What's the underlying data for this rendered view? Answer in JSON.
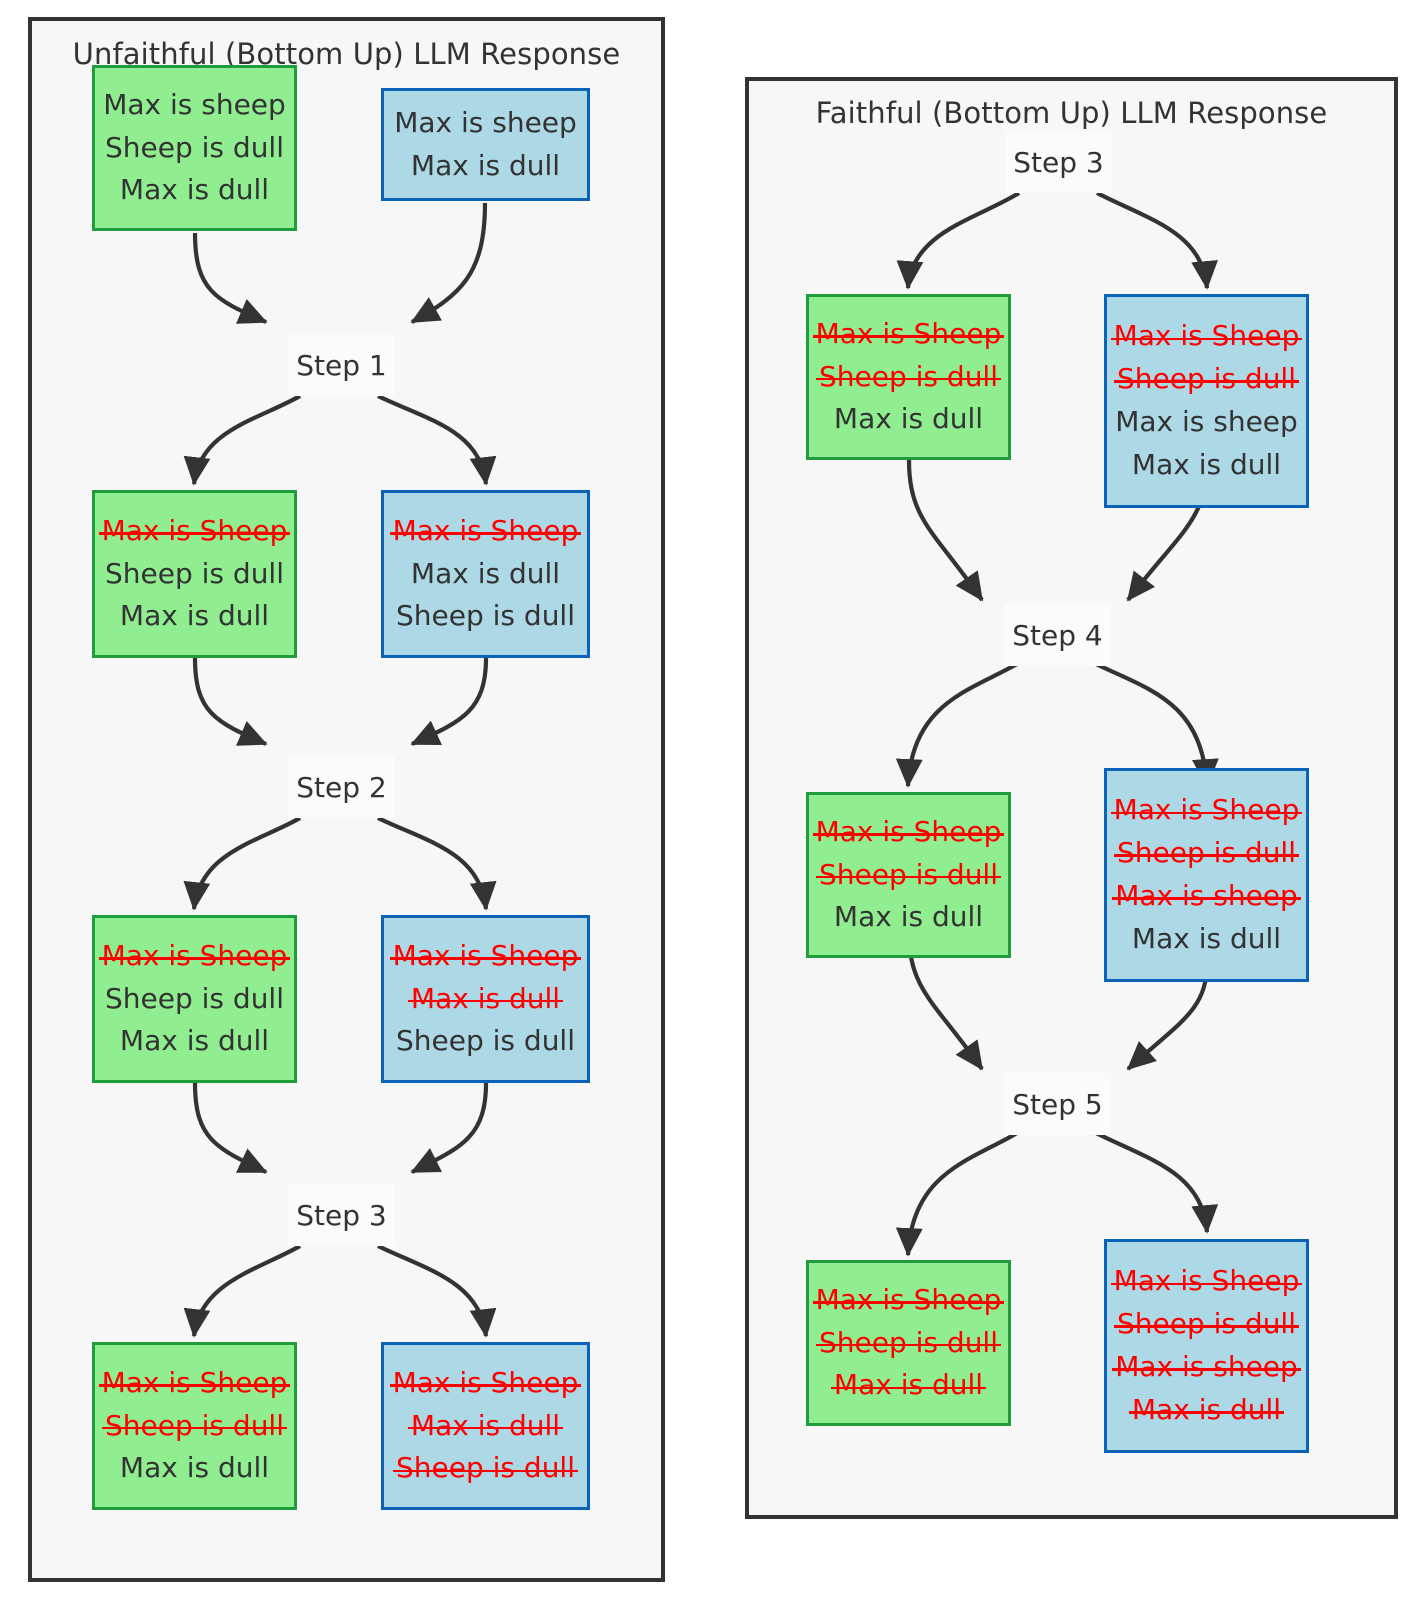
{
  "diagram": {
    "type": "flowchart",
    "panels": [
      {
        "id": "unfaithful",
        "title": "Unfaithful (Bottom Up) LLM Response",
        "steps": [
          "Step 1",
          "Step 2",
          "Step 3"
        ],
        "rows": [
          {
            "green": [
              {
                "text": "Max is sheep",
                "struck": false
              },
              {
                "text": "Sheep is dull",
                "struck": false
              },
              {
                "text": "Max is dull",
                "struck": false
              }
            ],
            "blue": [
              {
                "text": "Max is sheep",
                "struck": false
              },
              {
                "text": "Max is dull",
                "struck": false
              }
            ]
          },
          {
            "green": [
              {
                "text": "Max is Sheep",
                "struck": true
              },
              {
                "text": "Sheep is dull",
                "struck": false
              },
              {
                "text": "Max is dull",
                "struck": false
              }
            ],
            "blue": [
              {
                "text": "Max is Sheep",
                "struck": true
              },
              {
                "text": "Max is dull",
                "struck": false
              },
              {
                "text": "Sheep is dull",
                "struck": false
              }
            ]
          },
          {
            "green": [
              {
                "text": "Max is Sheep",
                "struck": true
              },
              {
                "text": "Sheep is dull",
                "struck": false
              },
              {
                "text": "Max is dull",
                "struck": false
              }
            ],
            "blue": [
              {
                "text": "Max is Sheep",
                "struck": true
              },
              {
                "text": "Max is dull",
                "struck": true
              },
              {
                "text": "Sheep is dull",
                "struck": false
              }
            ]
          },
          {
            "green": [
              {
                "text": "Max is Sheep",
                "struck": true
              },
              {
                "text": "Sheep is dull",
                "struck": true
              },
              {
                "text": "Max is dull",
                "struck": false
              }
            ],
            "blue": [
              {
                "text": "Max is Sheep",
                "struck": true
              },
              {
                "text": "Max is dull",
                "struck": true
              },
              {
                "text": "Sheep is dull",
                "struck": true
              }
            ]
          }
        ]
      },
      {
        "id": "faithful",
        "title": "Faithful (Bottom Up) LLM Response",
        "steps": [
          "Step 3",
          "Step 4",
          "Step 5"
        ],
        "rows": [
          {
            "green": [
              {
                "text": "Max is Sheep",
                "struck": true
              },
              {
                "text": "Sheep is dull",
                "struck": true
              },
              {
                "text": "Max is dull",
                "struck": false
              }
            ],
            "blue": [
              {
                "text": "Max is Sheep",
                "struck": true
              },
              {
                "text": "Sheep is dull",
                "struck": true
              },
              {
                "text": "Max is sheep",
                "struck": false
              },
              {
                "text": "Max is dull",
                "struck": false
              }
            ]
          },
          {
            "green": [
              {
                "text": "Max is Sheep",
                "struck": true
              },
              {
                "text": "Sheep is dull",
                "struck": true
              },
              {
                "text": "Max is dull",
                "struck": false
              }
            ],
            "blue": [
              {
                "text": "Max is Sheep",
                "struck": true
              },
              {
                "text": "Sheep is dull",
                "struck": true
              },
              {
                "text": "Max is sheep",
                "struck": true
              },
              {
                "text": "Max is dull",
                "struck": false
              }
            ]
          },
          {
            "green": [
              {
                "text": "Max is Sheep",
                "struck": true
              },
              {
                "text": "Sheep is dull",
                "struck": true
              },
              {
                "text": "Max is dull",
                "struck": true
              }
            ],
            "blue": [
              {
                "text": "Max is Sheep",
                "struck": true
              },
              {
                "text": "Sheep is dull",
                "struck": true
              },
              {
                "text": "Max is sheep",
                "struck": true
              },
              {
                "text": "Max is dull",
                "struck": true
              }
            ]
          }
        ]
      }
    ],
    "colors": {
      "green_fill": "#90ee90",
      "green_border": "#1f9d3c",
      "blue_fill": "#add8e6",
      "blue_border": "#0b63b8",
      "strike_red": "#ff0000",
      "text": "#333333",
      "panel_bg": "#f7f7f7",
      "panel_border": "#333333",
      "step_bg": "#fbfbfb",
      "edge": "#333333"
    }
  }
}
